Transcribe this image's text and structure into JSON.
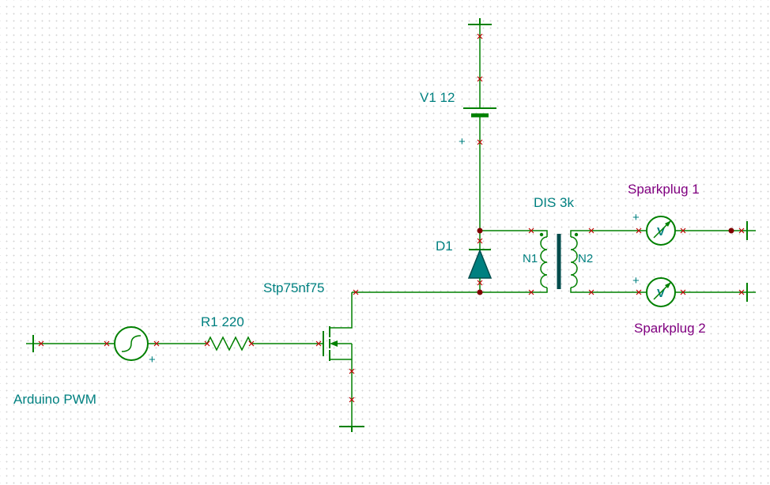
{
  "colors": {
    "wire": "#008000",
    "teal": "#008080",
    "purple": "#800080",
    "node": "#800000",
    "pin": "#C00000",
    "diode_fill": "#008080",
    "core": "#004C4C",
    "grid": "#D4D4D4"
  },
  "components": {
    "generator": {
      "label": "Arduino PWM",
      "polarity": "+"
    },
    "resistor": {
      "label": "R1 220"
    },
    "mosfet": {
      "label": "Stp75nf75"
    },
    "battery": {
      "label": "V1 12",
      "polarity": "+"
    },
    "diode": {
      "label": "D1"
    },
    "transformer": {
      "label": "DIS 3k",
      "winding_left": "N1",
      "winding_right": "N2"
    },
    "voltmeter1": {
      "glyph": "V",
      "polarity": "+",
      "caption": "Sparkplug 1"
    },
    "voltmeter2": {
      "glyph": "V",
      "polarity": "+",
      "caption": "Sparkplug 2"
    }
  }
}
